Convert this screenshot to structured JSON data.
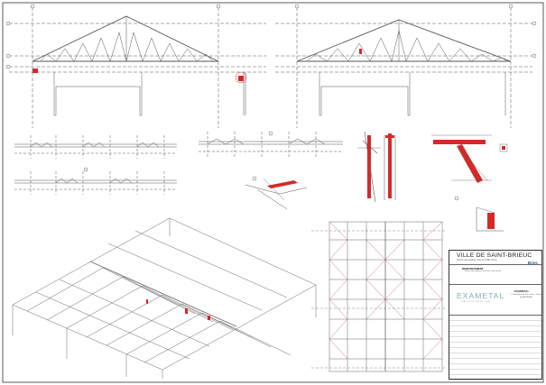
{
  "title_block": {
    "client_name": "VILLE DE SAINT-BRIEUC",
    "client_sub": "Service des espaces verts de la Ville Ursine",
    "client_logo": "Briec",
    "project_head": "RENFORCEMENT",
    "project_desc": "Service des espaces verts de la Ville Ursine",
    "brand_name": "EXAMETAL",
    "brand_tagline": "CHARPENTE METALLIQUE",
    "company_name": "EXAMETAL",
    "company_address": "1 Rue Adrien de Gau verlee - Ursins de BRETAGNE"
  },
  "colors": {
    "line": "#555555",
    "axis": "#333333",
    "accent_red": "#d42a2a",
    "brand": "#7eaeb8",
    "logo_blue": "#1f5fae"
  },
  "icons": [
    "section-marker-icon"
  ]
}
